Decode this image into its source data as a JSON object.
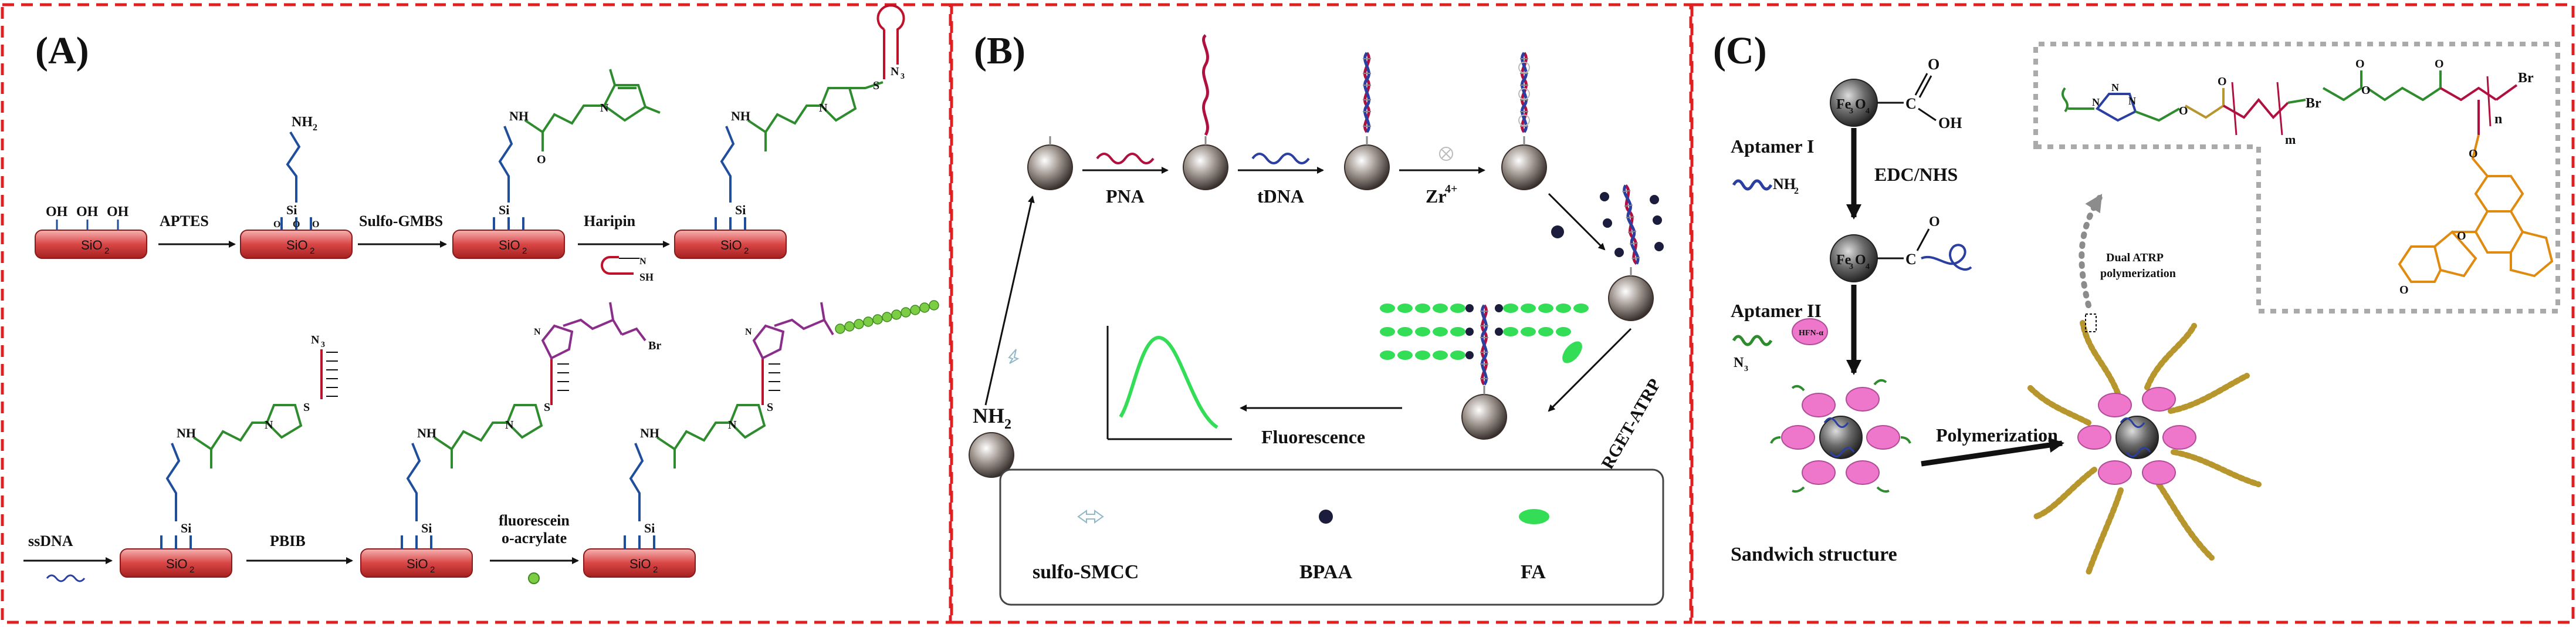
{
  "panels": {
    "a": {
      "label": "(A)",
      "steps": {
        "aptes": "APTES",
        "sulfo_gmbs": "Sulfo-GMBS",
        "haripin": "Haripin",
        "ssdna": "ssDNA",
        "pbib": "PBIB",
        "fluorescein_1": "fluorescein",
        "fluorescein_2": "o-acrylate"
      },
      "substrate": "SiO",
      "substrate_sub": "2",
      "oh": "OH",
      "si": "Si",
      "o": "O",
      "nh": "NH",
      "s": "S",
      "sh": "SH",
      "br": "Br",
      "n": "N",
      "n3": "N",
      "n3_sub": "3",
      "nh2_top": "NH",
      "nh2_sub": "2"
    },
    "b": {
      "label": "(B)",
      "steps": {
        "pna": "PNA",
        "tdna": "tDNA",
        "zr": "Zr",
        "zr_sup": "4+",
        "arget": "ARGET-ATRP",
        "fluorescence": "Fluorescence"
      },
      "nh2": "NH",
      "nh2_sub": "2",
      "legend": {
        "sulfo": "sulfo-SMCC",
        "bpaa": "BPAA",
        "fa": "FA"
      }
    },
    "c": {
      "label": "(C)",
      "fe3o4": "Fe",
      "fe_sub": "3",
      "fe_o": "O",
      "fe_sub2": "4",
      "aptamer1": "Aptamer I",
      "aptamer2": "Aptamer II",
      "nh2": "NH",
      "nh2_sub": "2",
      "n3": "N",
      "n3_sub": "3",
      "edc": "EDC/NHS",
      "polymerization": "Polymerization",
      "sandwich": "Sandwich structure",
      "dual_1": "Dual ATRP",
      "dual_2": "polymerization",
      "hfn": "HFN-α",
      "acid_o": "O",
      "acid_oh": "OH",
      "acid_c": "C",
      "br": "Br",
      "m": "m",
      "n": "n",
      "triazole_n": "N"
    }
  },
  "colors": {
    "panel_border": "#e02020",
    "substrate": "#d94646",
    "silane": "#1f4e9c",
    "linker": "#2e8b2e",
    "hairpin": "#c0112a",
    "initiator": "#8a2e8a",
    "dna_blue": "#2a3f9f",
    "dna_red": "#b01040",
    "fa_green": "#33dd55",
    "fluorescein": "#e08a10",
    "hfn_pink": "#ee77cc",
    "polymer_gold": "#b8962e"
  }
}
